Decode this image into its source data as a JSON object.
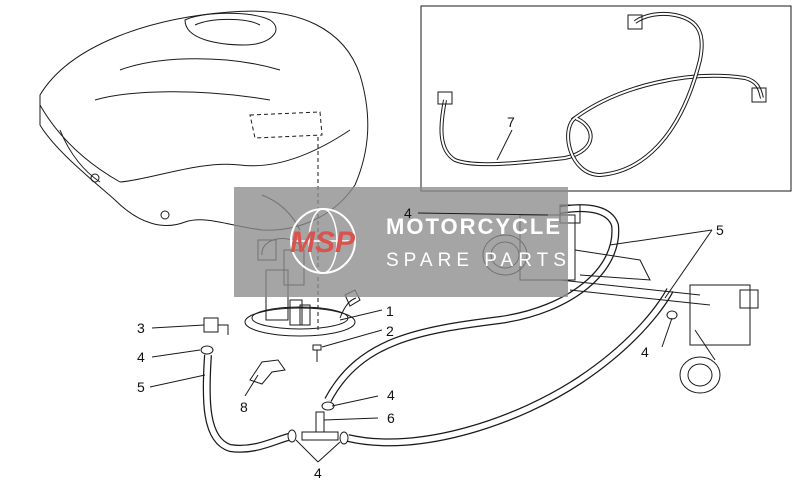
{
  "watermark": {
    "logo_text": "MSP",
    "title": "MOTORCYCLE",
    "subtitle": "SPARE PARTS"
  },
  "callouts": [
    {
      "id": "c1",
      "label": "1"
    },
    {
      "id": "c2",
      "label": "2"
    },
    {
      "id": "c3",
      "label": "3"
    },
    {
      "id": "c4a",
      "label": "4"
    },
    {
      "id": "c5a",
      "label": "5"
    },
    {
      "id": "c8",
      "label": "8"
    },
    {
      "id": "c4b",
      "label": "4"
    },
    {
      "id": "c6",
      "label": "6"
    },
    {
      "id": "c4c",
      "label": "4"
    },
    {
      "id": "c4d",
      "label": "4"
    },
    {
      "id": "c5b",
      "label": "5"
    },
    {
      "id": "c4e",
      "label": "4"
    },
    {
      "id": "c7",
      "label": "7"
    }
  ],
  "colors": {
    "line": "#1a1a1a",
    "watermark_bg": "#8c8c8c",
    "watermark_accent": "#d9534f"
  }
}
